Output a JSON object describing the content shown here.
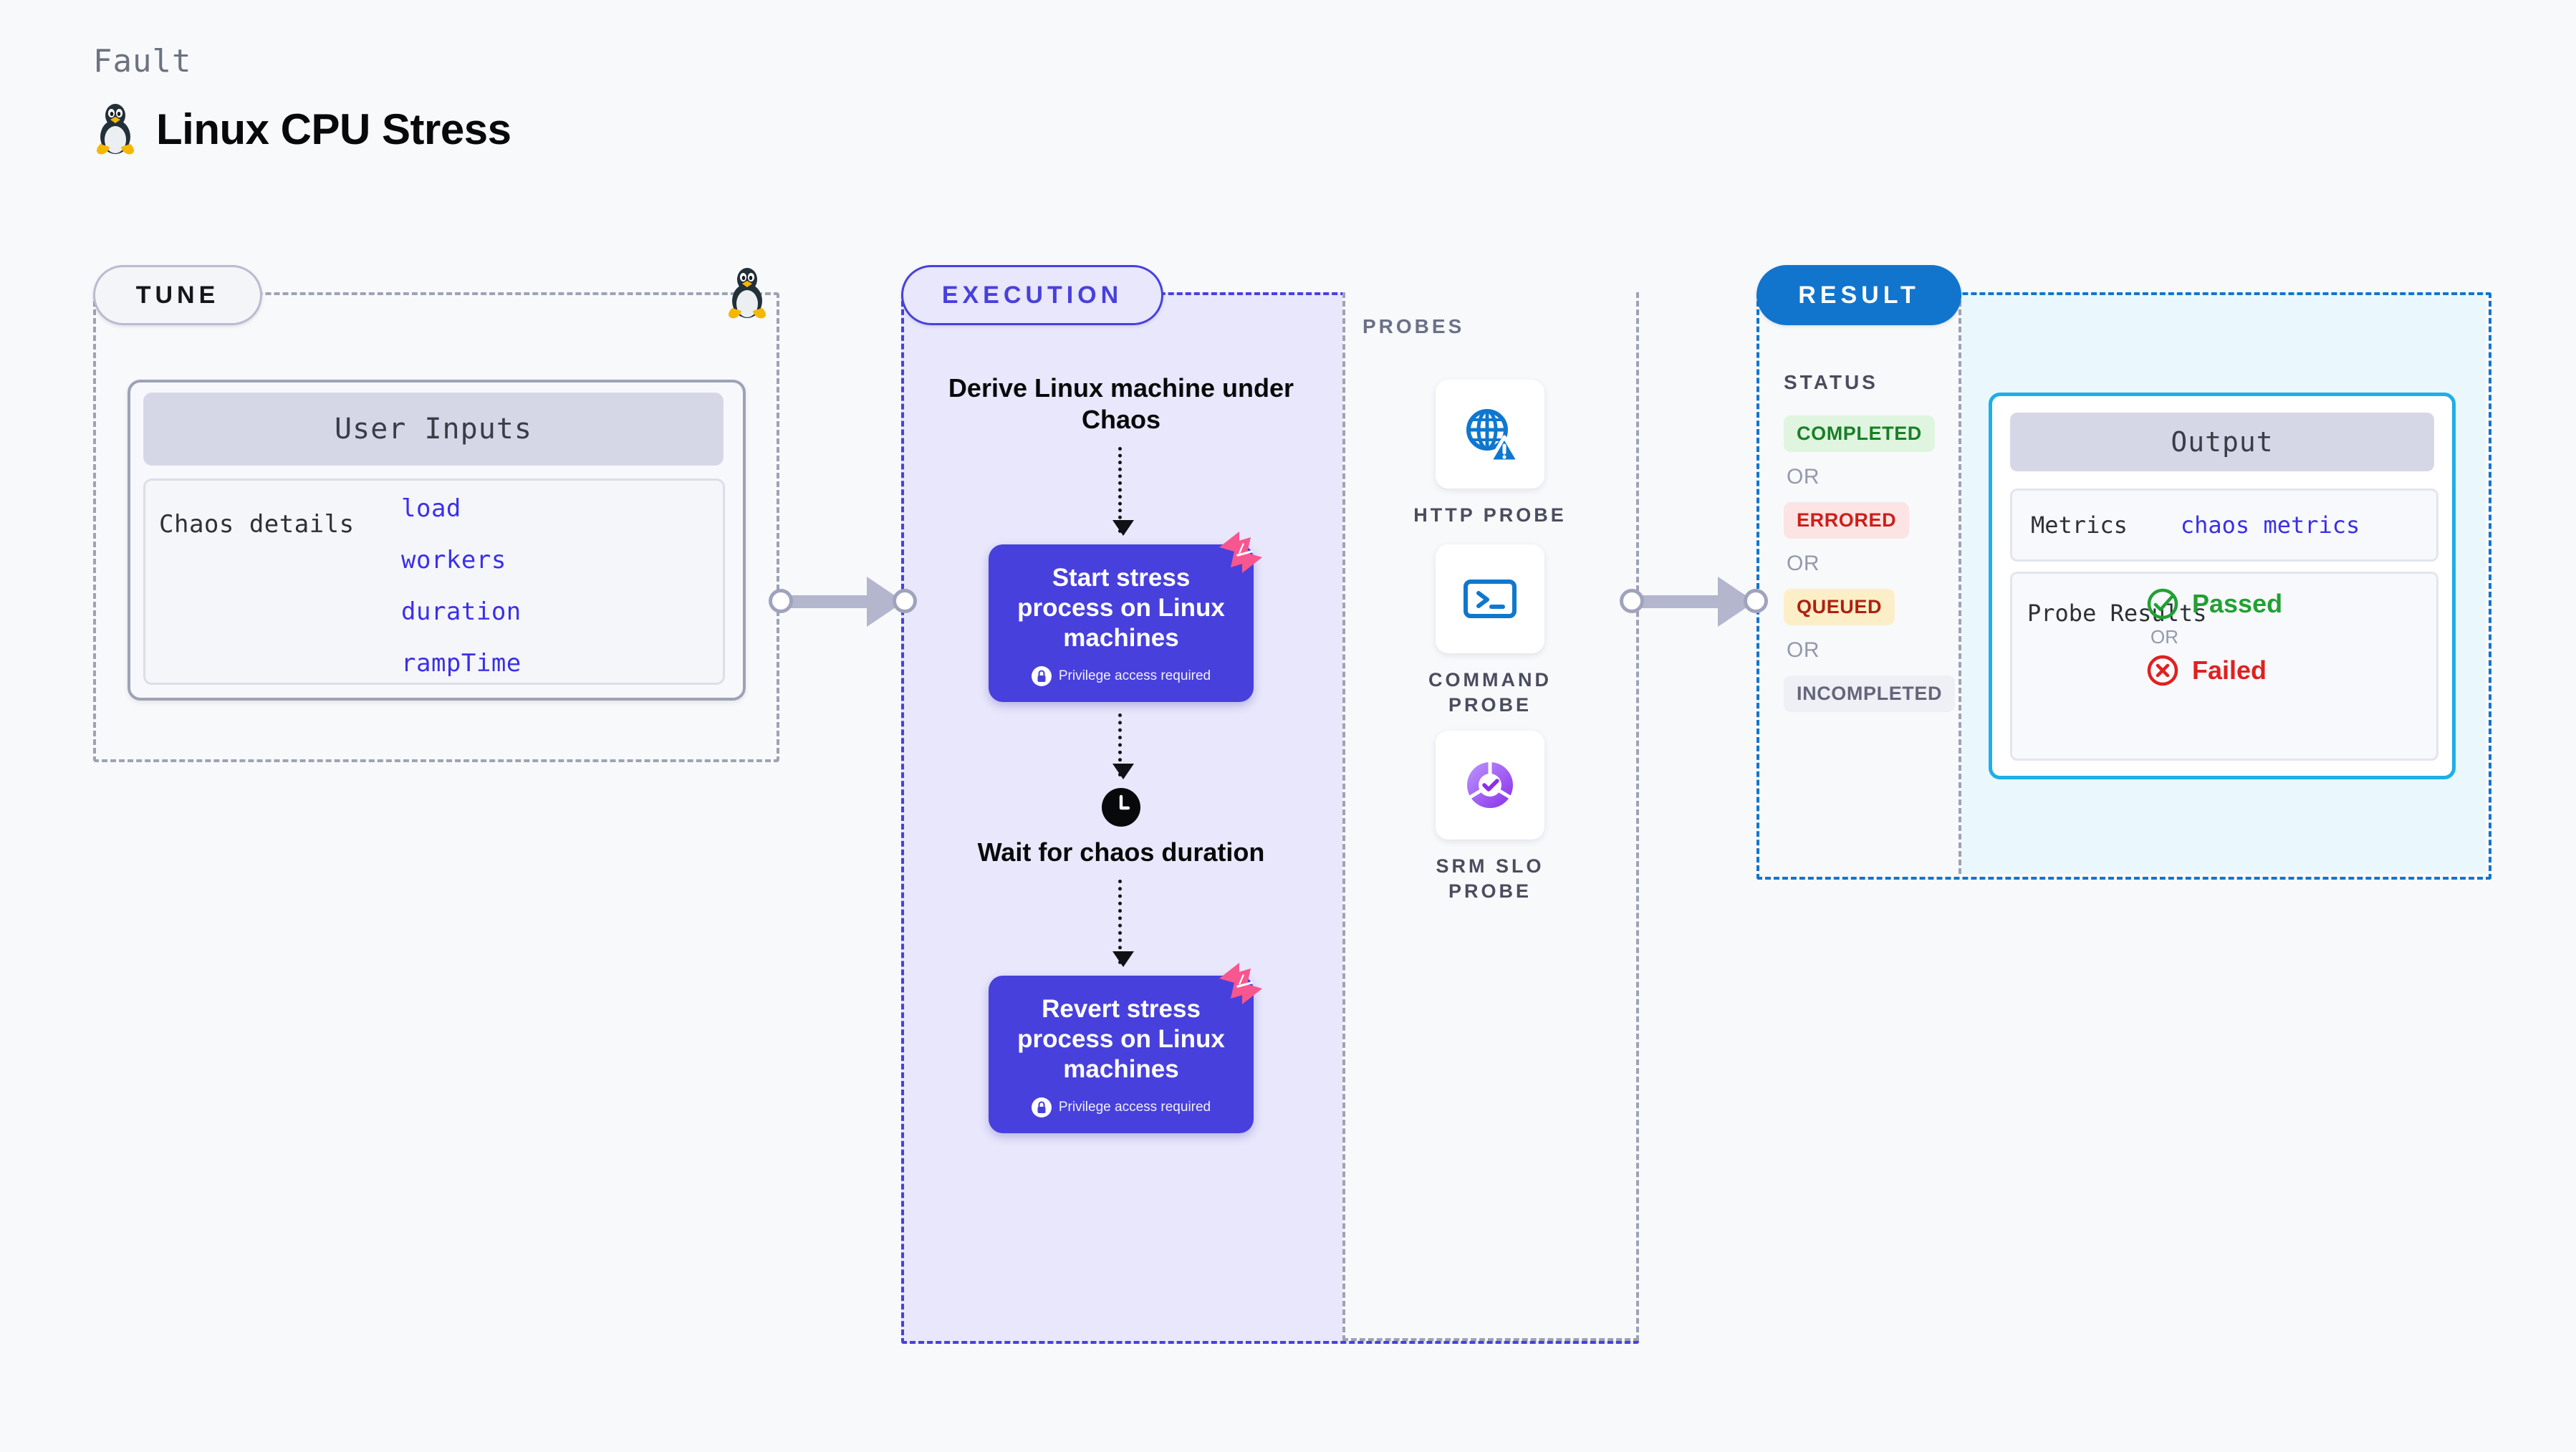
{
  "header": {
    "kicker": "Fault",
    "title": "Linux CPU Stress",
    "icon": "tux-penguin-icon"
  },
  "tune": {
    "pill_label": "TUNE",
    "icon": "tux-penguin-icon",
    "card": {
      "header": "User Inputs",
      "group_label": "Chaos details",
      "params": [
        "load",
        "workers",
        "duration",
        "rampTime"
      ]
    }
  },
  "execution": {
    "pill_label": "EXECUTION",
    "steps": [
      {
        "type": "text",
        "label": "Derive Linux machine under Chaos"
      },
      {
        "type": "card",
        "label": "Start stress process on Linux machines",
        "badge": "Privilege access required",
        "badge_icon": "lock-icon",
        "corner_icon": "harness-logo-icon"
      },
      {
        "type": "text",
        "label": "Wait for chaos duration",
        "icon": "clock-icon"
      },
      {
        "type": "card",
        "label": "Revert stress process on Linux machines",
        "badge": "Privilege access required",
        "badge_icon": "lock-icon",
        "corner_icon": "harness-logo-icon"
      }
    ]
  },
  "probes": {
    "section_label": "PROBES",
    "items": [
      {
        "label": "HTTP PROBE",
        "icon": "globe-warning-icon"
      },
      {
        "label": "COMMAND PROBE",
        "icon": "terminal-icon"
      },
      {
        "label": "SRM SLO PROBE",
        "icon": "slo-donut-check-icon"
      }
    ]
  },
  "result": {
    "pill_label": "RESULT",
    "status_label": "STATUS",
    "or_label": "OR",
    "statuses": [
      {
        "label": "COMPLETED",
        "color": "#1A7F26",
        "bg": "#DFF5DF"
      },
      {
        "label": "ERRORED",
        "color": "#CC1F1A",
        "bg": "#FBE4E3"
      },
      {
        "label": "QUEUED",
        "color": "#B0200E",
        "bg": "#FCEFC8"
      },
      {
        "label": "INCOMPLETED",
        "color": "#63667B",
        "bg": "#EFF0F5"
      }
    ],
    "output": {
      "header": "Output",
      "metrics_label": "Metrics",
      "metrics_value": "chaos metrics",
      "probe_results_label": "Probe Results",
      "or_label": "OR",
      "passed": {
        "label": "Passed",
        "color": "#22A033",
        "icon": "check-circle-icon"
      },
      "failed": {
        "label": "Failed",
        "color": "#E02020",
        "icon": "x-circle-icon"
      }
    }
  },
  "colors": {
    "page_bg": "#F8F9FB",
    "indigo": "#4840DC",
    "execution_bg": "#E8E7FB",
    "result_blue": "#1175CE",
    "output_cyan": "#1EAEE8",
    "output_bg": "#EAF8FD",
    "param_blue": "#3B30E8",
    "pink": "#F8568F"
  }
}
